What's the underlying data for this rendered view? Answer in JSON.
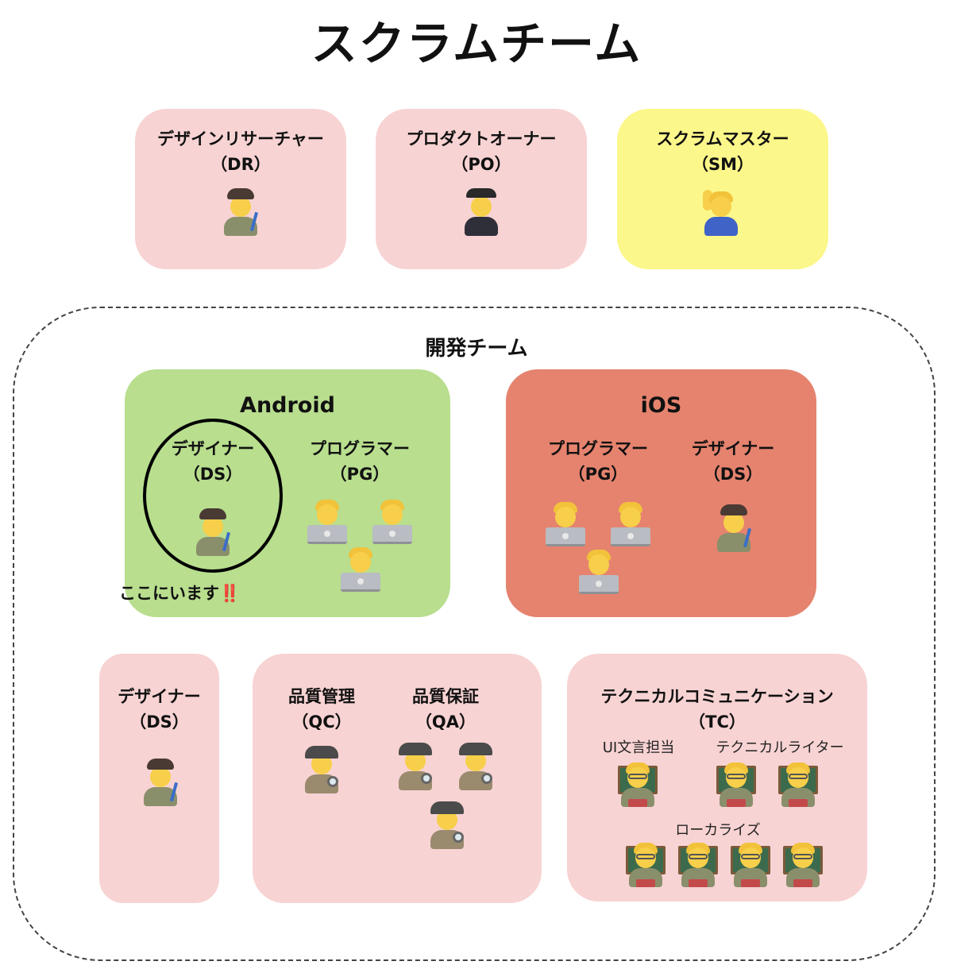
{
  "title": "スクラムチーム",
  "roles": [
    {
      "name": "デザインリサーチャー",
      "abbr": "（DR）"
    },
    {
      "name": "プロダクトオーナー",
      "abbr": "（PO）"
    },
    {
      "name": "スクラムマスター",
      "abbr": "（SM）"
    }
  ],
  "dev_team": {
    "title": "開発チーム",
    "android": {
      "title": "Android",
      "designer": {
        "name": "デザイナー",
        "abbr": "（DS）"
      },
      "programmer": {
        "name": "プログラマー",
        "abbr": "（PG）"
      },
      "here_note": "ここにいます",
      "here_mark": "‼️"
    },
    "ios": {
      "title": "iOS",
      "programmer": {
        "name": "プログラマー",
        "abbr": "（PG）"
      },
      "designer": {
        "name": "デザイナー",
        "abbr": "（DS）"
      }
    },
    "designer": {
      "name": "デザイナー",
      "abbr": "（DS）"
    },
    "qc": {
      "name": "品質管理",
      "abbr": "（QC）"
    },
    "qa": {
      "name": "品質保証",
      "abbr": "（QA）"
    },
    "tc": {
      "name": "テクニカルコミュニケーション",
      "abbr": "（TC）",
      "ui_text": "UI文言担当",
      "tech_writer": "テクニカルライター",
      "localize": "ローカライズ"
    }
  },
  "colors": {
    "pink": "#f8d3d3",
    "yellow": "#fcf78a",
    "green": "#b8de8e",
    "red": "#e5836e"
  }
}
